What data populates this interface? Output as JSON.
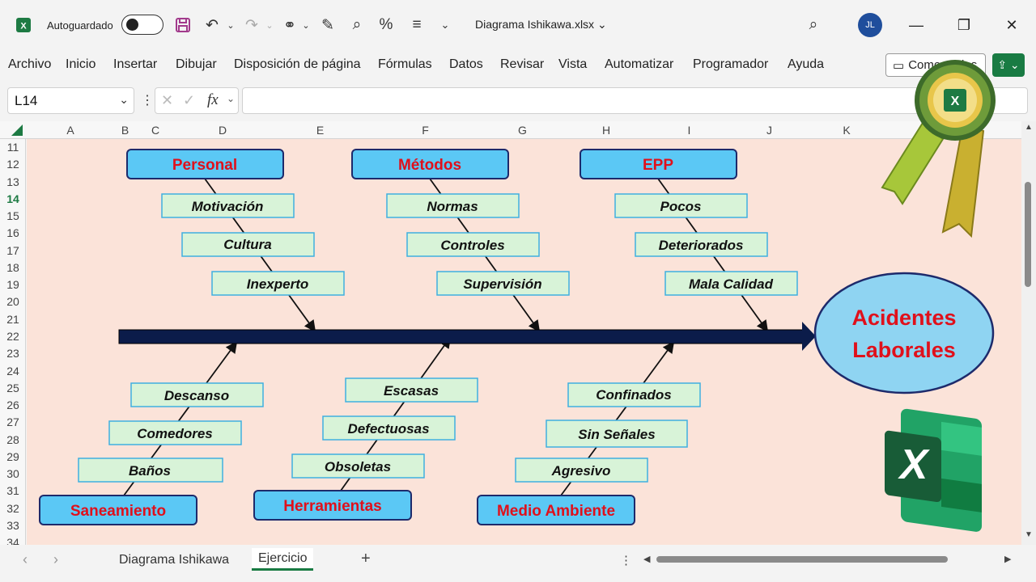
{
  "titlebar": {
    "autosave_label": "Autoguardado",
    "document_title": "Diagrama Ishikawa.xlsx",
    "user_initials": "JL"
  },
  "menu": {
    "items": [
      "Archivo",
      "Inicio",
      "Insertar",
      "Dibujar",
      "Disposición de página",
      "Fórmulas",
      "Datos",
      "Revisar",
      "Vista",
      "Automatizar",
      "Programador",
      "Ayuda"
    ],
    "comments_label": "Comentarios"
  },
  "formula": {
    "name_box": "L14",
    "fx_label": "fx",
    "value": ""
  },
  "columns": [
    "A",
    "B",
    "C",
    "D",
    "E",
    "F",
    "G",
    "H",
    "I",
    "J",
    "K"
  ],
  "rows": [
    "11",
    "12",
    "13",
    "14",
    "15",
    "16",
    "17",
    "18",
    "19",
    "20",
    "21",
    "22",
    "23",
    "24",
    "25",
    "26",
    "27",
    "28",
    "29",
    "30",
    "31",
    "32",
    "33",
    "34"
  ],
  "diagram": {
    "effect": [
      "Acidentes",
      "Laborales"
    ],
    "top_categories": [
      {
        "name": "Personal",
        "causes": [
          "Motivación",
          "Cultura",
          "Inexperto"
        ]
      },
      {
        "name": "Métodos",
        "causes": [
          "Normas",
          "Controles",
          "Supervisión"
        ]
      },
      {
        "name": "EPP",
        "causes": [
          "Pocos",
          "Deteriorados",
          "Mala Calidad"
        ]
      }
    ],
    "bottom_categories": [
      {
        "name": "Saneamiento",
        "causes": [
          "Descanso",
          "Comedores",
          "Baños"
        ]
      },
      {
        "name": "Herramientas",
        "causes": [
          "Escasas",
          "Defectuosas",
          "Obsoletas"
        ]
      },
      {
        "name": "Medio Ambiente",
        "causes": [
          "Confinados",
          "Sin Señales",
          "Agresivo"
        ]
      }
    ],
    "colors": {
      "background": "#fbe3d9",
      "category_fill": "#5bc8f5",
      "category_text": "#e0101b",
      "cause_fill": "#d8f3d8",
      "cause_border": "#3fb0e0",
      "spine": "#0b1c4a",
      "effect_fill": "#8fd4f2",
      "effect_border": "#1d2a6b"
    }
  },
  "sheet_tabs": [
    "Diagrama Ishikawa",
    "Ejercicio"
  ],
  "active_tab": "Ejercicio",
  "accent_color": "#197b43"
}
